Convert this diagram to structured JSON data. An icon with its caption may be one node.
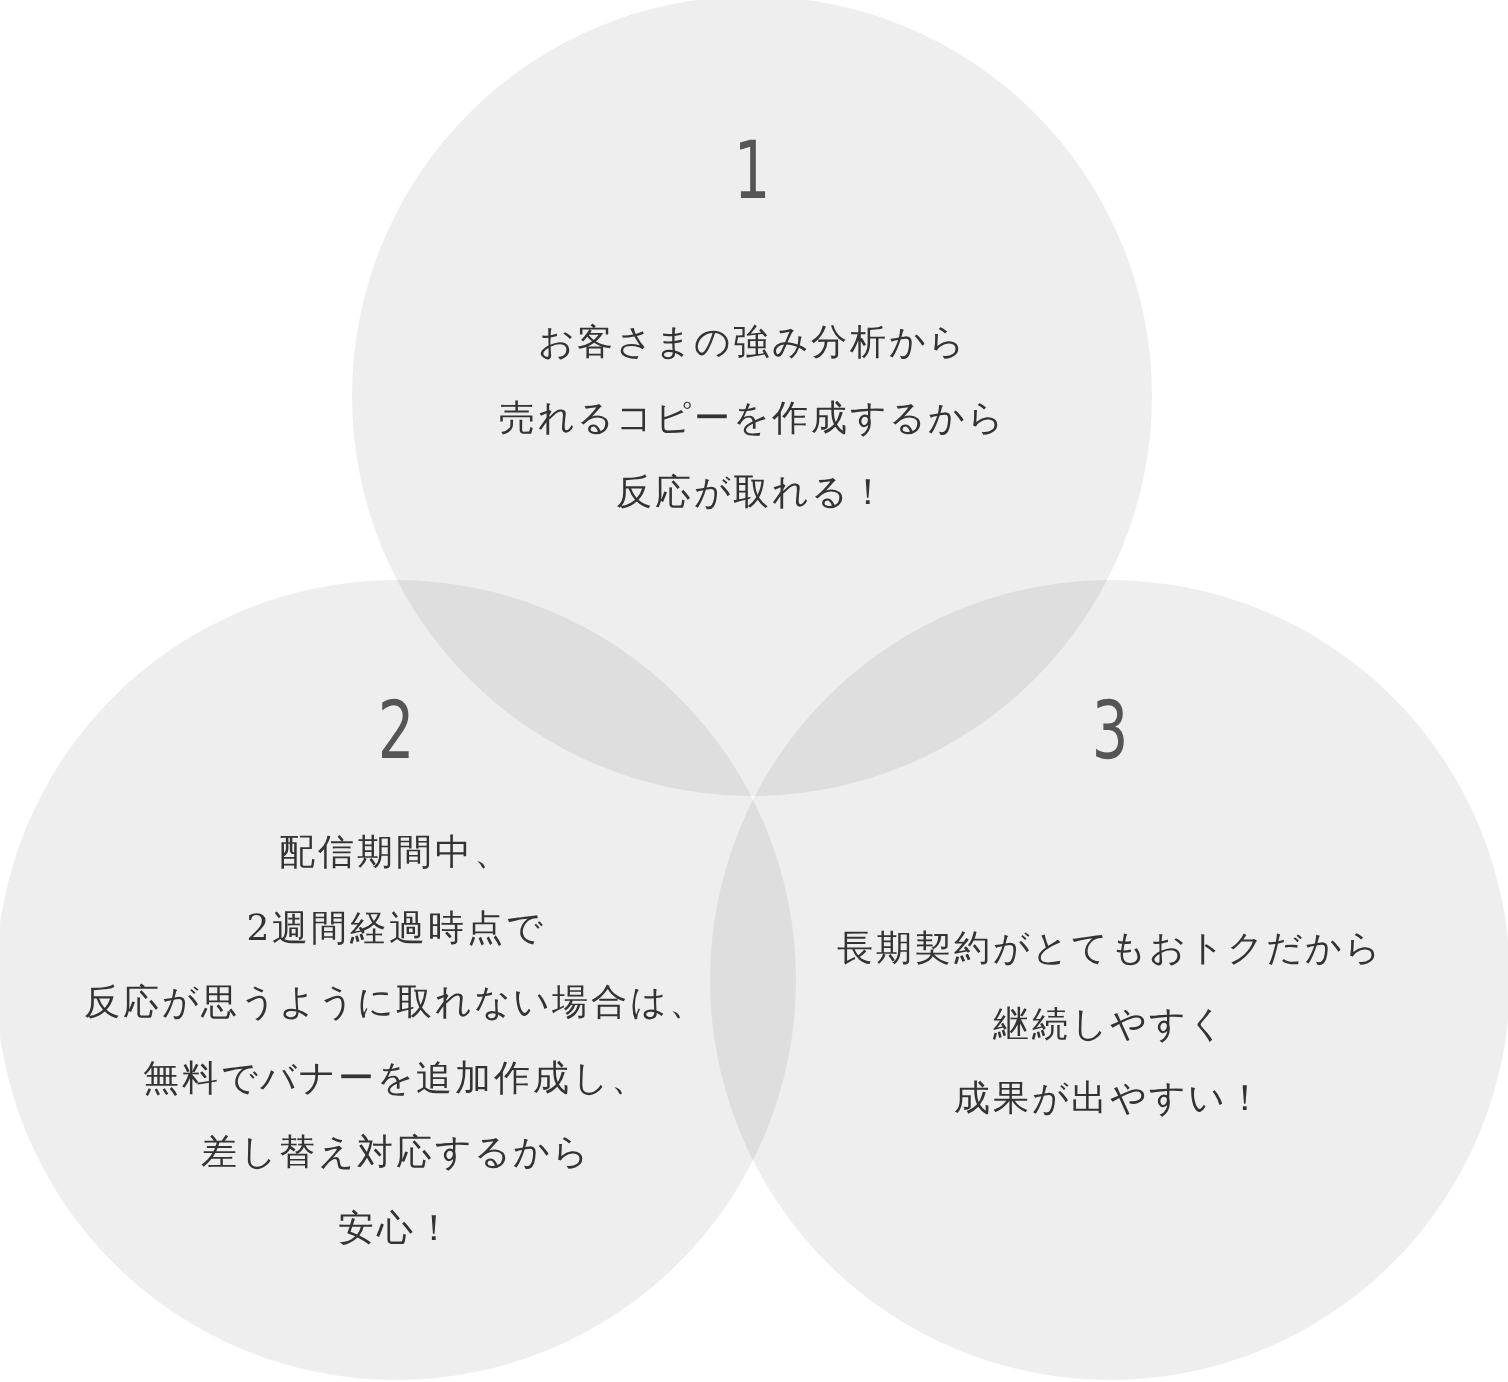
{
  "diagram": {
    "nodes": [
      {
        "text": [
          "1",
          "お客さまの強み分析から売れるコピーを作成するから反応が取れる！"
        ]
      },
      {
        "text": [
          "2",
          "配信期間中、2週間経過時点で反応が思うように取れない場合は、無料でバナーを追加作成し、差し替え対応するから安心！"
        ]
      },
      {
        "text": [
          "3",
          "長期契約がとてもおトクだから継続しやすく成果が出やすい！"
        ]
      }
    ]
  }
}
